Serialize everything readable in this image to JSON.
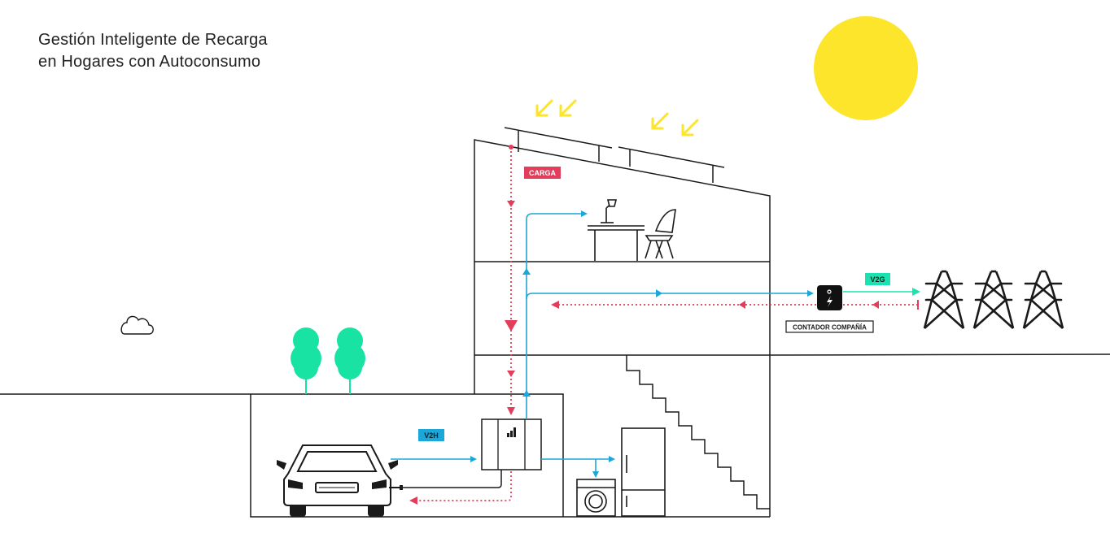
{
  "title": {
    "line1": "Gestión Inteligente de Recarga",
    "line2": "en Hogares con Autoconsumo"
  },
  "labels": {
    "carga": "CARGA",
    "v2h": "V2H",
    "v2g": "V2G",
    "meter": "CONTADOR COMPAÑÍA"
  },
  "colors": {
    "sun": "#fde52b",
    "discharge_flow": "#1ba7d9",
    "charge_flow": "#e23d5a",
    "grid_flow": "#19e3b0",
    "trees": "#19e3a2",
    "outline": "#1a1a1a"
  }
}
